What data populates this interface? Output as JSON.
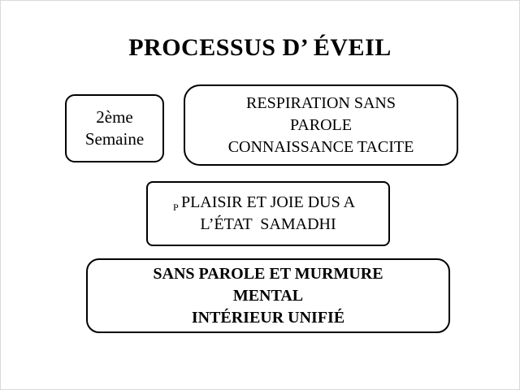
{
  "slide": {
    "title": "PROCESSUS D’ ÉVEIL",
    "colors": {
      "background": "#ffffff",
      "text": "#000000",
      "box_border": "#000000"
    },
    "boxes": [
      {
        "id": "week",
        "lines": [
          "2ème",
          "Semaine"
        ]
      },
      {
        "id": "respiration",
        "lines": [
          "RESPIRATION SANS",
          "PAROLE",
          "CONNAISSANCE TACITE"
        ]
      },
      {
        "id": "plaisir",
        "lines": [
          "PLAISIR ET JOIE DUS A",
          "L’ÉTAT  SAMADHI"
        ],
        "stray_mark": "P"
      },
      {
        "id": "sans-parole",
        "lines": [
          "SANS PAROLE ET MURMURE",
          "MENTAL",
          "INTÉRIEUR UNIFIÉ"
        ]
      }
    ]
  }
}
